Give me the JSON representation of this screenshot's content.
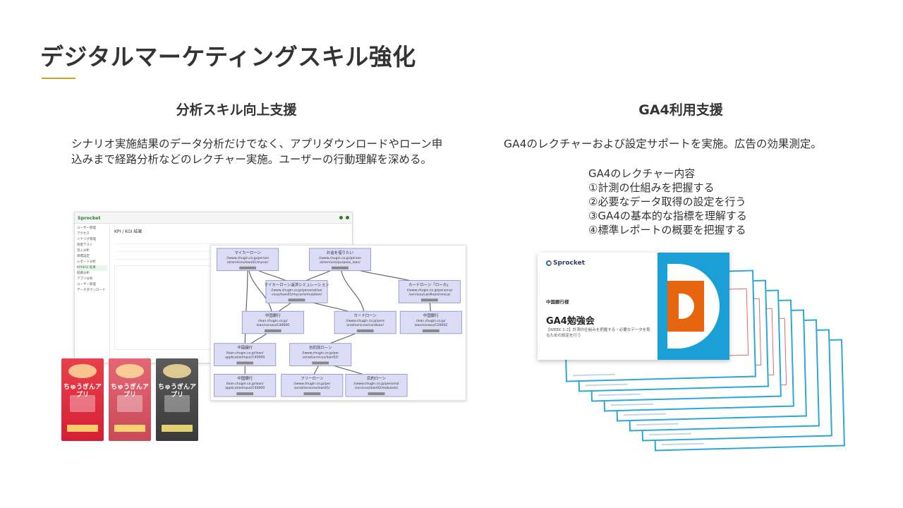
{
  "page": {
    "title": "デジタルマーケティングスキル強化"
  },
  "left": {
    "heading": "分析スキル向上支援",
    "body": "シナリオ実施結果のデータ分析だけでなく、アプリダウンロードやローン申込みまで経路分析などのレクチャー実施。ユーザーの行動理解を深める。",
    "dashboard": {
      "brand": "Sprocket",
      "page_heading": "KPI / KGI 結果",
      "sidebar": [
        "ユーザー管理",
        "アクセス",
        "シナリオ管理",
        "接客テスト",
        "流入分析",
        "目標設定",
        "レポート分析",
        "KPI/KGI 結果",
        "経路分析",
        "アプリ分析",
        "ユーザー管理",
        "データダウンロード"
      ],
      "active_index": 7
    },
    "funnel": {
      "nodes": [
        {
          "title": "マイカーローン",
          "url": "/(www.chugin.co.jp/personal/services/loan01/mycar/"
        },
        {
          "title": "お金を借りたい",
          "url": "/(www.chugin.co.jp/personal/services/purpose_loan/"
        },
        {
          "title": "マイカーローン返済シミュレーション",
          "url": "/(www.chugin.co.jp/personal/services/loan01/mycar/simulation/"
        },
        {
          "title": "カードローン「ローカ」",
          "url": "/(www.chugin.co.jp/personal/services/cardloan/roroca/"
        },
        {
          "title": "中国銀行",
          "url": "/loan.chugin.co.jp/loan/conosu/C40000"
        },
        {
          "title": "カードローン",
          "url": "/(www.chugin.co.jp/personal/services/cardloan/"
        },
        {
          "title": "中国銀行",
          "url": "/loan.chugin.co.jp/loan/conosu/C20002"
        },
        {
          "title": "中国銀行",
          "url": "/loan.chugin.co.jp/loan/applicationInput/C40000"
        },
        {
          "title": "目的別ローン",
          "url": "/(www.chugin.co.jp/personal/services/loan02/"
        },
        {
          "title": "中国銀行",
          "url": "/loan.chugin.co.jp/loan/applicationInput/C40000"
        },
        {
          "title": "フリーローン",
          "url": "/(www.chugin.co.jp/personal/services/loan01/"
        },
        {
          "title": "目的ローン",
          "url": "/(www.chugin.co.jp/personal/services/loan02/mokuteki/"
        }
      ]
    },
    "app_banner": {
      "label": "ちゅうぎんアプリ"
    }
  },
  "right": {
    "heading": "GA4利用支援",
    "body": "GA4のレクチャーおよび設定サポートを実施。広告の効果測定。",
    "list": [
      "GA4のレクチャー内容",
      "①計測の仕組みを把握する",
      "②必要なデータ取得の設定を行う",
      "③GA4の基本的な指標を理解する",
      "④標準レポートの概要を把握する"
    ],
    "slide": {
      "logo": "Sprocket",
      "org": "中国銀行様",
      "title": "GA4勉強会",
      "subtitle": "【WEEK 1-2】計測の仕組みを把握する・必要なデータを取るための設定を行う"
    }
  },
  "colors": {
    "accent_gold": "#c9a227",
    "sprocket_blue": "#1a9fd6",
    "sprocket_orange": "#e8650f",
    "node_fill": "#dcdcf7"
  }
}
